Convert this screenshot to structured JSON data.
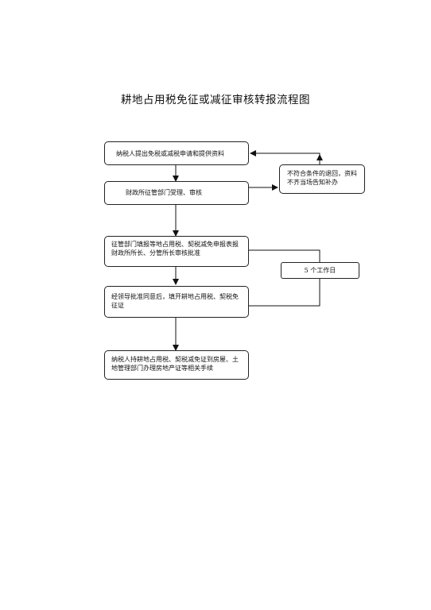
{
  "title": "耕地占用税免征或减征审核转报流程图",
  "steps": [
    {
      "text": "纳税人提出免税或减税申请和提供资料"
    },
    {
      "text": "财政所征管部门受理、审核"
    },
    {
      "text": "征管部门填报等地占用税、契税减免申报表报财政所所长、分管所长审核批准"
    },
    {
      "text": "经领导批准同意后，填开耕地占用税、契税免征证"
    },
    {
      "text": "纳税人持耕地占用税、契税减免证到房屋、土地管理部门办理房地产证等相关手续"
    }
  ],
  "side_notes": {
    "return": "不符合条件的退回，资料不齐当场告知补办",
    "time_limit": "5 个工作日"
  }
}
